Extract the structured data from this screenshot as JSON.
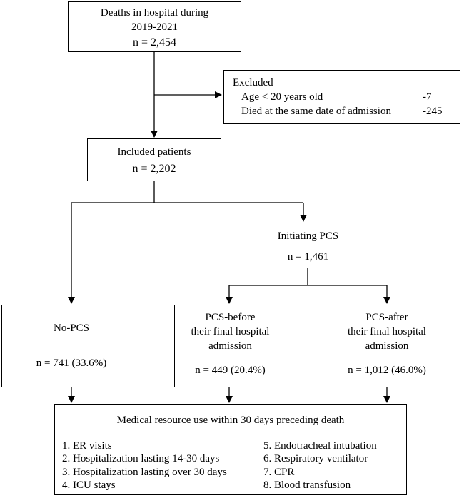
{
  "boxes": {
    "deaths": {
      "line1": "Deaths in hospital during",
      "line2": "2019-2021",
      "count": "n = 2,454"
    },
    "excluded": {
      "title": "Excluded",
      "rows": [
        {
          "label": "Age < 20 years old",
          "value": "-7"
        },
        {
          "label": "Died at the same date of admission",
          "value": "-245"
        }
      ]
    },
    "included": {
      "title": "Included patients",
      "count": "n = 2,202"
    },
    "initiating": {
      "title": "Initiating PCS",
      "count": "n = 1,461"
    },
    "no_pcs": {
      "title": "No-PCS",
      "count": "n = 741 (33.6%)"
    },
    "pcs_before": {
      "line1": "PCS-before",
      "line2": "their final hospital",
      "line3": "admission",
      "count": "n = 449 (20.4%)"
    },
    "pcs_after": {
      "line1": "PCS-after",
      "line2": "their final hospital",
      "line3": "admission",
      "count": "n = 1,012 (46.0%)"
    },
    "outcomes": {
      "title": "Medical resource use within 30 days preceding death",
      "left_items": [
        "1. ER visits",
        "2. Hospitalization lasting 14-30 days",
        "3. Hospitalization lasting over 30 days",
        "4. ICU stays"
      ],
      "right_items": [
        "5. Endotracheal intubation",
        "6. Respiratory ventilator",
        "7. CPR",
        "8. Blood transfusion"
      ]
    }
  }
}
